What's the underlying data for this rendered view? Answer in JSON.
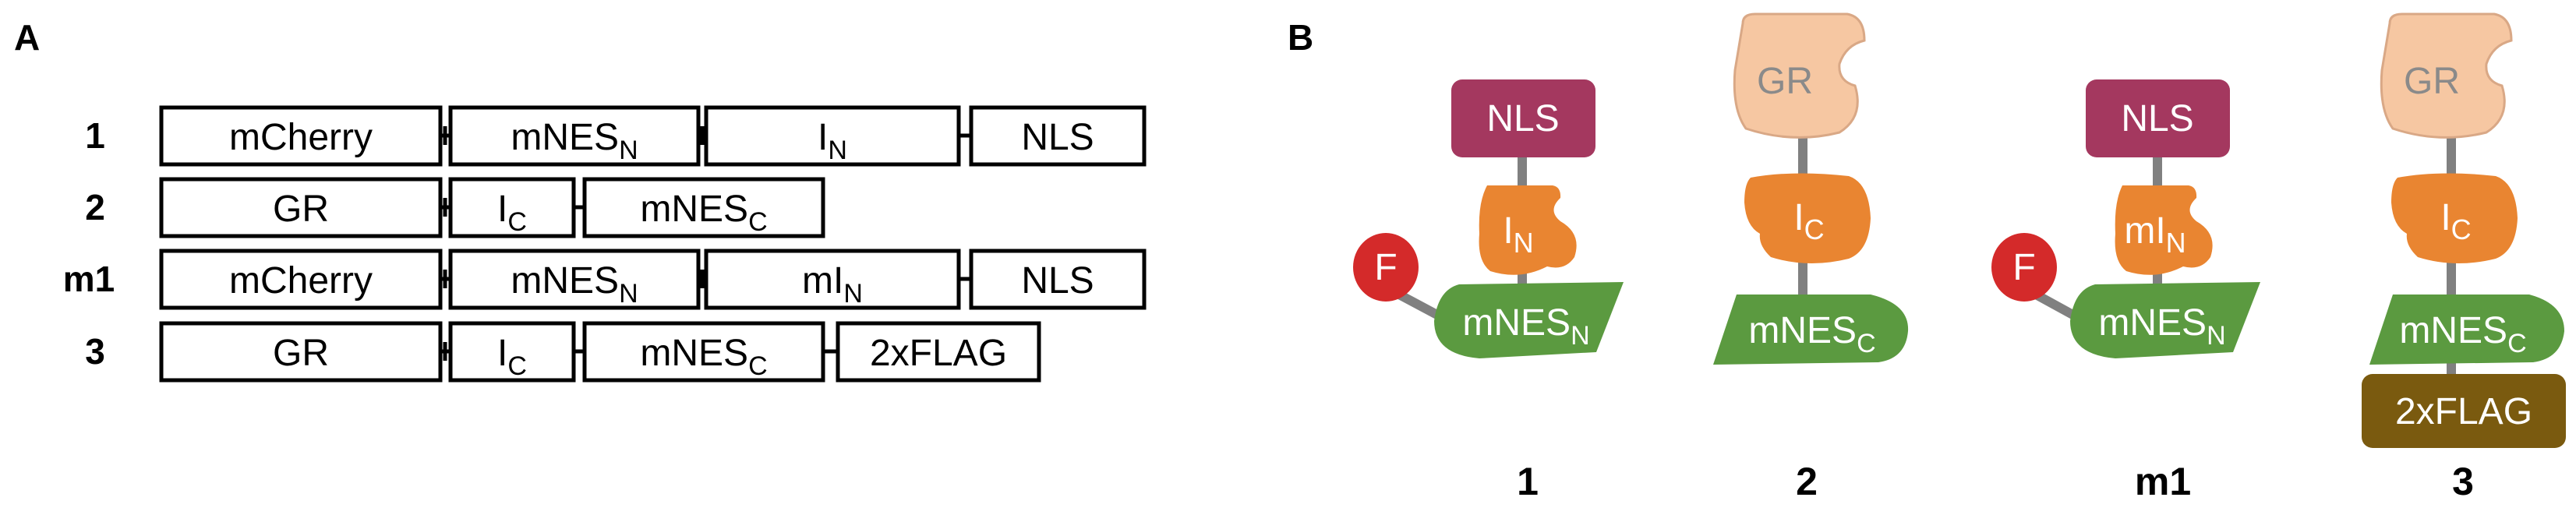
{
  "panels": {
    "a": "A",
    "b": "B"
  },
  "rows": [
    {
      "label": "1",
      "segments": [
        {
          "text": "mCherry"
        },
        {
          "text": "mNES",
          "sub": "N"
        },
        {
          "text": "I",
          "sub": "N"
        },
        {
          "text": "NLS"
        }
      ]
    },
    {
      "label": "2",
      "segments": [
        {
          "text": "GR"
        },
        {
          "text": "I",
          "sub": "C"
        },
        {
          "text": "mNES",
          "sub": "C"
        }
      ]
    },
    {
      "label": "m1",
      "segments": [
        {
          "text": "mCherry"
        },
        {
          "text": "mNES",
          "sub": "N"
        },
        {
          "text": "mI",
          "sub": "N"
        },
        {
          "text": "NLS"
        }
      ]
    },
    {
      "label": "3",
      "segments": [
        {
          "text": "GR"
        },
        {
          "text": "I",
          "sub": "C"
        },
        {
          "text": "mNES",
          "sub": "C"
        },
        {
          "text": "2xFLAG"
        }
      ]
    }
  ],
  "constructs": [
    {
      "label": "1",
      "nls": "NLS",
      "intein": {
        "text": "I",
        "sub": "N"
      },
      "nes": {
        "text": "mNES",
        "sub": "N"
      },
      "tag": "F"
    },
    {
      "label": "2",
      "gr": "GR",
      "intein": {
        "text": "I",
        "sub": "C"
      },
      "nes": {
        "text": "mNES",
        "sub": "C"
      }
    },
    {
      "label": "m1",
      "nls": "NLS",
      "intein": {
        "text": "mI",
        "sub": "N"
      },
      "nes": {
        "text": "mNES",
        "sub": "N"
      },
      "tag": "F"
    },
    {
      "label": "3",
      "gr": "GR",
      "intein": {
        "text": "I",
        "sub": "C"
      },
      "nes": {
        "text": "mNES",
        "sub": "C"
      },
      "flag": "2xFLAG"
    }
  ],
  "colors": {
    "nls": "#a4385f",
    "gr": "#f6c7a2",
    "intein": "#e98531",
    "nes": "#5b9a40",
    "tag": "#d42a2a",
    "flag": "#7a5a0f",
    "linker": "#808080"
  }
}
